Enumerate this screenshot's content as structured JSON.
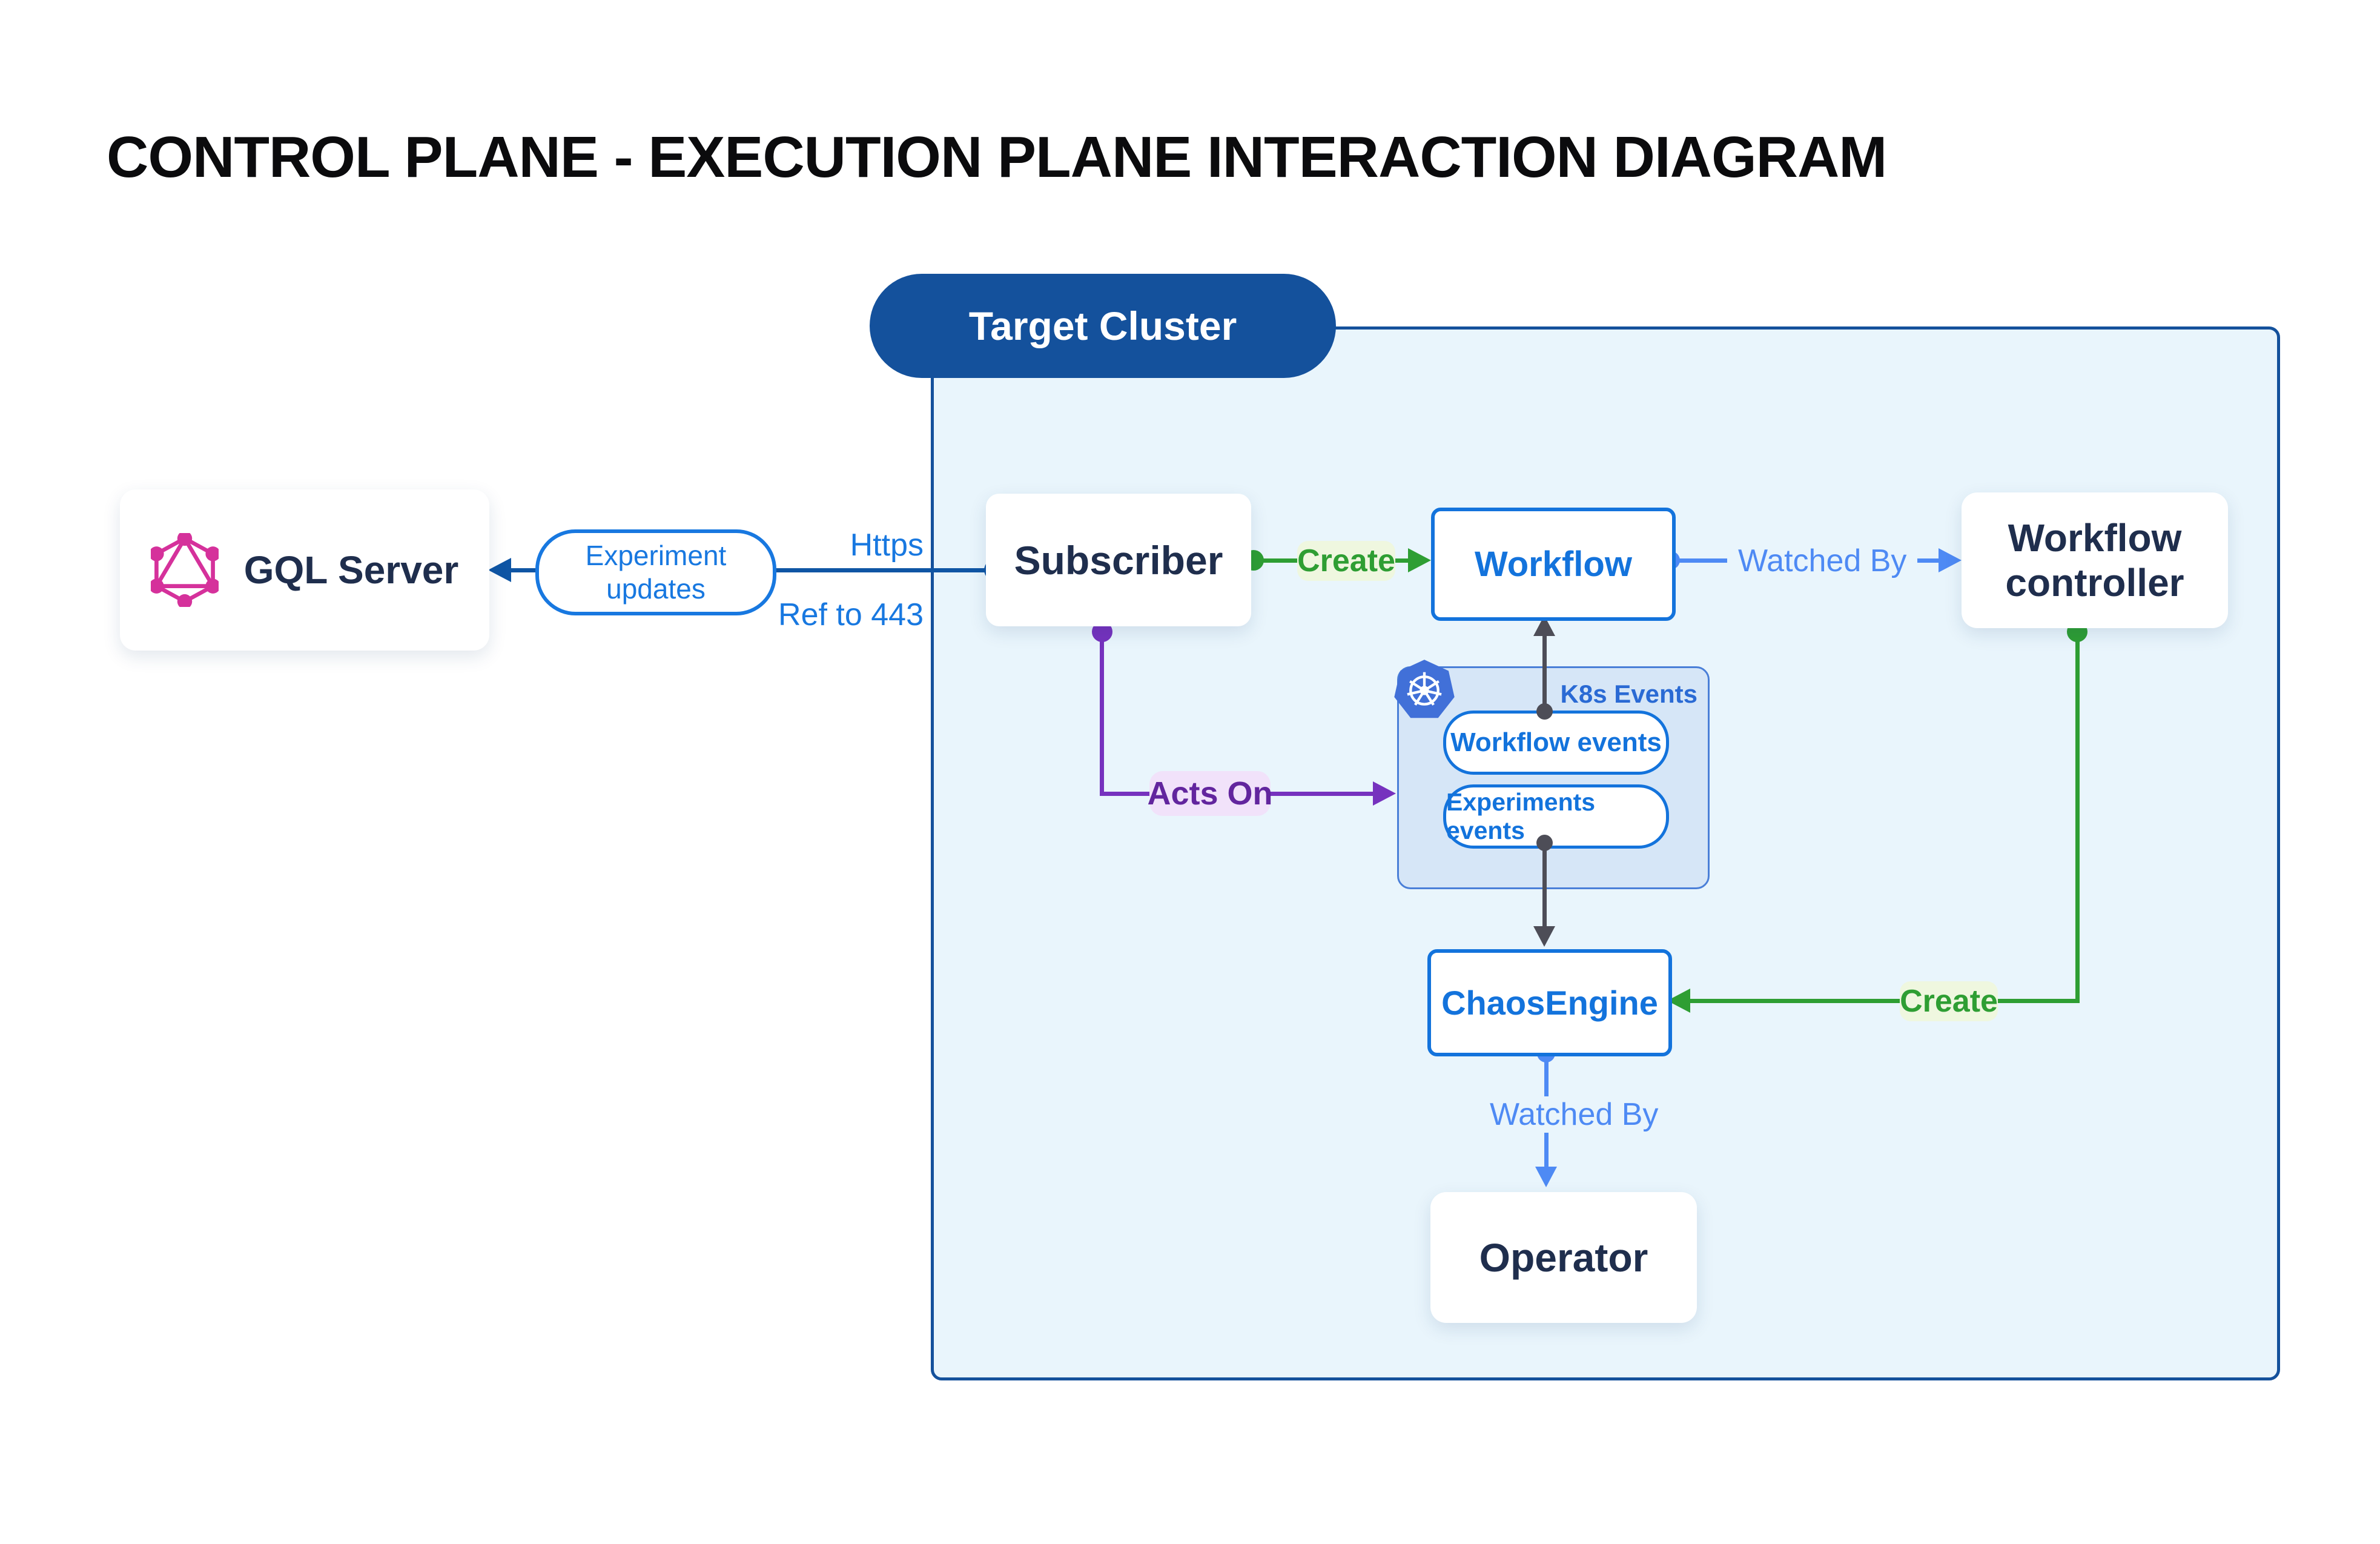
{
  "title": "CONTROL PLANE - EXECUTION PLANE INTERACTION DIAGRAM",
  "cluster": {
    "label": "Target Cluster"
  },
  "nodes": {
    "gql_server": {
      "label": "GQL Server",
      "icon": "graphql-icon"
    },
    "subscriber": {
      "label": "Subscriber"
    },
    "workflow": {
      "label": "Workflow"
    },
    "workflow_controller": {
      "label": "Workflow controller"
    },
    "chaos_engine": {
      "label": "ChaosEngine"
    },
    "operator": {
      "label": "Operator"
    },
    "k8s_events": {
      "label": "K8s Events",
      "icon": "kubernetes-icon",
      "items": [
        "Workflow events",
        "Experiments events"
      ]
    }
  },
  "edges": {
    "experiment_updates": {
      "label": "Experiment updates"
    },
    "https": {
      "label": "Https"
    },
    "ref_443": {
      "label": "Ref to 443"
    },
    "create_workflow": {
      "label": "Create"
    },
    "watched_by_workflow": {
      "label": "Watched By"
    },
    "acts_on": {
      "label": "Acts On"
    },
    "create_chaosengine": {
      "label": "Create"
    },
    "watched_by_operator": {
      "label": "Watched By"
    }
  },
  "colors": {
    "accent_blue": "#1373dc",
    "navy_text": "#1f2e4d",
    "dark_blue_line": "#0f55a4",
    "light_blue_line": "#4e8af4",
    "green": "#2e9e33",
    "green_label_bg": "#eff7df",
    "purple": "#7632be",
    "purple_text": "#62259e",
    "purple_label_bg": "#f1e2fa",
    "graphql_magenta": "#d5319b",
    "cluster_fill": "#e9f5fc",
    "cluster_border": "#14519c",
    "k8s_box_fill": "#d6e6f7",
    "k8s_logo_blue": "#4170d8",
    "gray_line": "#4d4d57"
  }
}
